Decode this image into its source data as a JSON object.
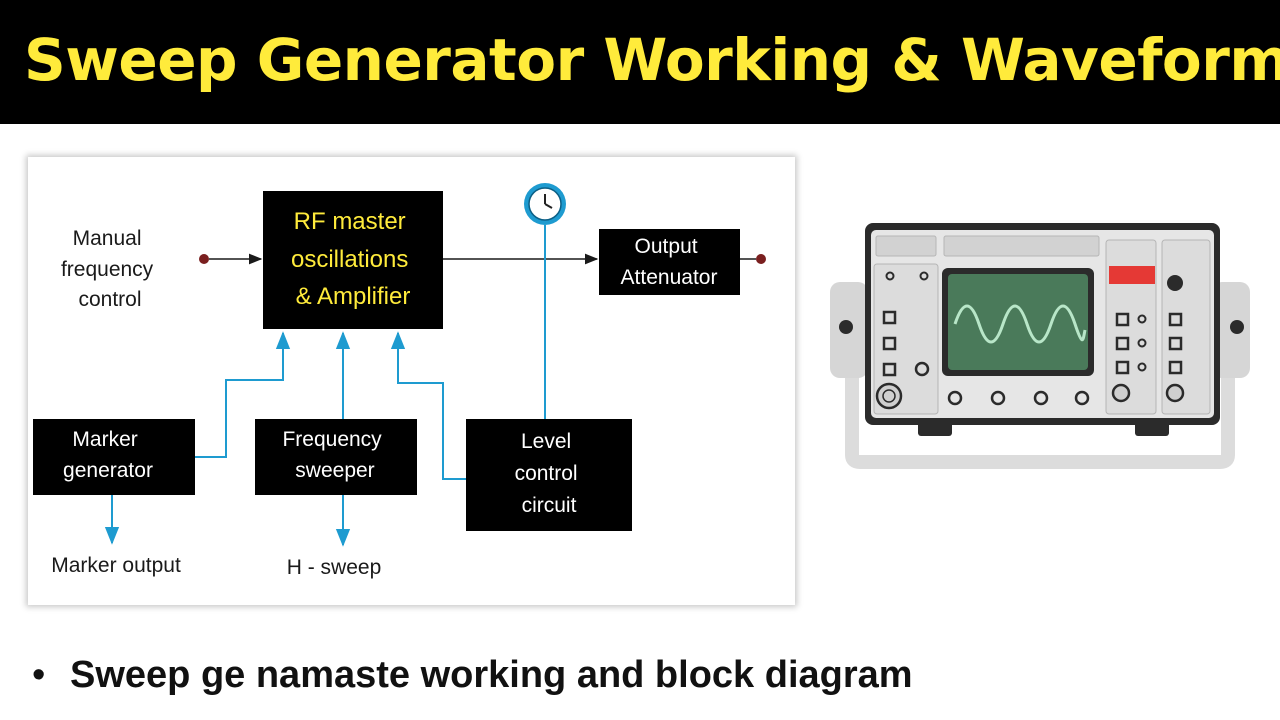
{
  "header": {
    "title": "Sweep Generator Working & Waveforms"
  },
  "diagram": {
    "manual_label": [
      "Manual",
      "frequency",
      "control"
    ],
    "rf_block": [
      "RF master",
      "oscillations",
      "& Amplifier"
    ],
    "output_block": [
      "Output",
      "Attenuator"
    ],
    "marker_block": [
      "Marker",
      "generator"
    ],
    "sweeper_block": [
      "Frequency",
      "sweeper"
    ],
    "level_block": [
      "Level",
      "control",
      "circuit"
    ],
    "marker_output": "Marker output",
    "h_sweep": "H - sweep",
    "icons": {
      "clock": "clock-icon"
    },
    "colors": {
      "flow": "#1a1a1a",
      "feedback": "#1e9bd0",
      "terminal": "#7a1f1f",
      "block": "#000000",
      "rf_text": "#ffeb3b"
    }
  },
  "illustration": {
    "icon": "oscilloscope-icon",
    "colors": {
      "screen": "#4a7a5a",
      "wave": "#b8e6c8",
      "indicator": "#e53935"
    }
  },
  "footer": {
    "bullet": "•",
    "text": "Sweep ge namaste working and block diagram"
  }
}
